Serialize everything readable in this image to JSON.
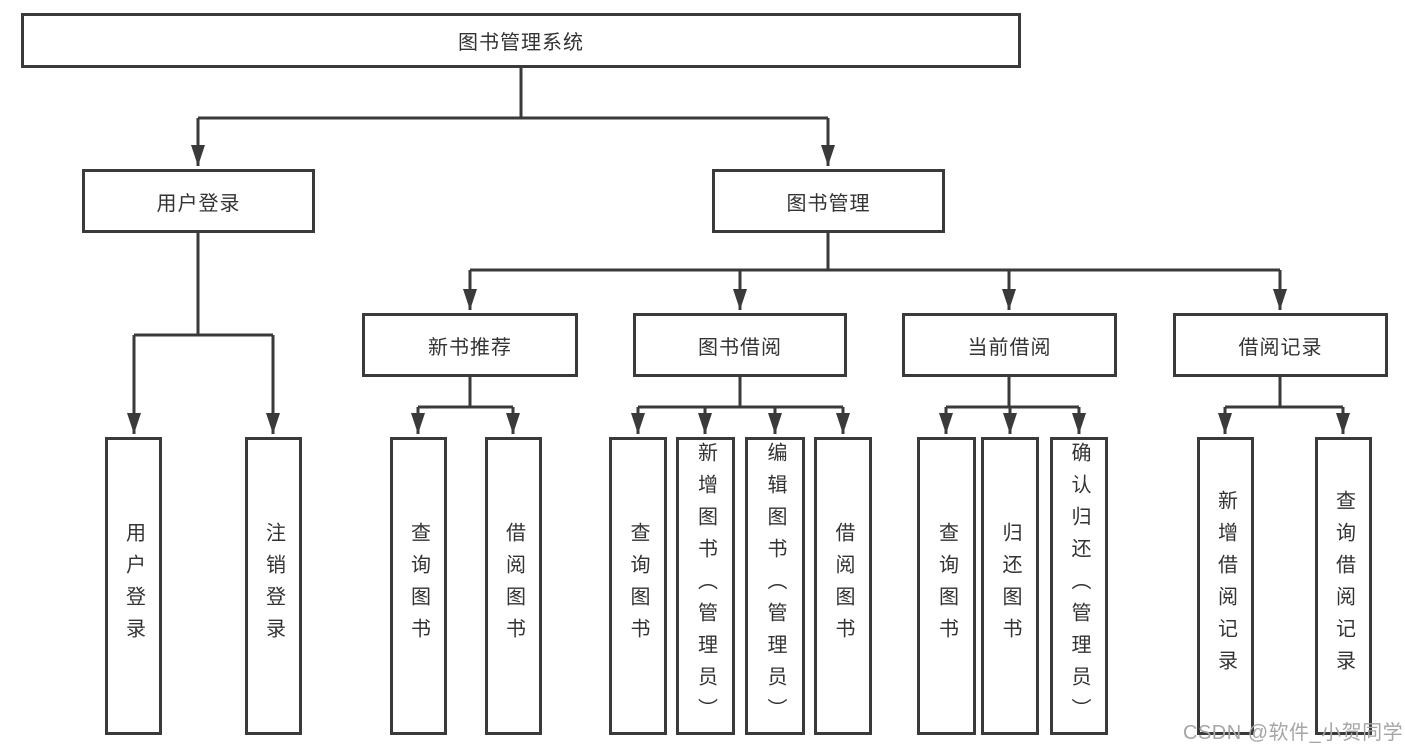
{
  "tree": {
    "label": "图书管理系统",
    "children": [
      {
        "label": "用户登录",
        "children": [
          {
            "label": "用户登录"
          },
          {
            "label": "注销登录"
          }
        ]
      },
      {
        "label": "图书管理",
        "children": [
          {
            "label": "新书推荐",
            "children": [
              {
                "label": "查询图书"
              },
              {
                "label": "借阅图书"
              }
            ]
          },
          {
            "label": "图书借阅",
            "children": [
              {
                "label": "查询图书"
              },
              {
                "label": "新增图书（管理员）"
              },
              {
                "label": "编辑图书（管理员）"
              },
              {
                "label": "借阅图书"
              }
            ]
          },
          {
            "label": "当前借阅",
            "children": [
              {
                "label": "查询图书"
              },
              {
                "label": "归还图书"
              },
              {
                "label": "确认归还（管理员）"
              }
            ]
          },
          {
            "label": "借阅记录",
            "children": [
              {
                "label": "新增借阅记录"
              },
              {
                "label": "查询借阅记录"
              }
            ]
          }
        ]
      }
    ]
  },
  "watermark": "CSDN @软件_小贺同学",
  "colors": {
    "line": "#3a3a3a",
    "text": "#333333",
    "watermark": "#a6a6a6",
    "background": "#ffffff"
  }
}
